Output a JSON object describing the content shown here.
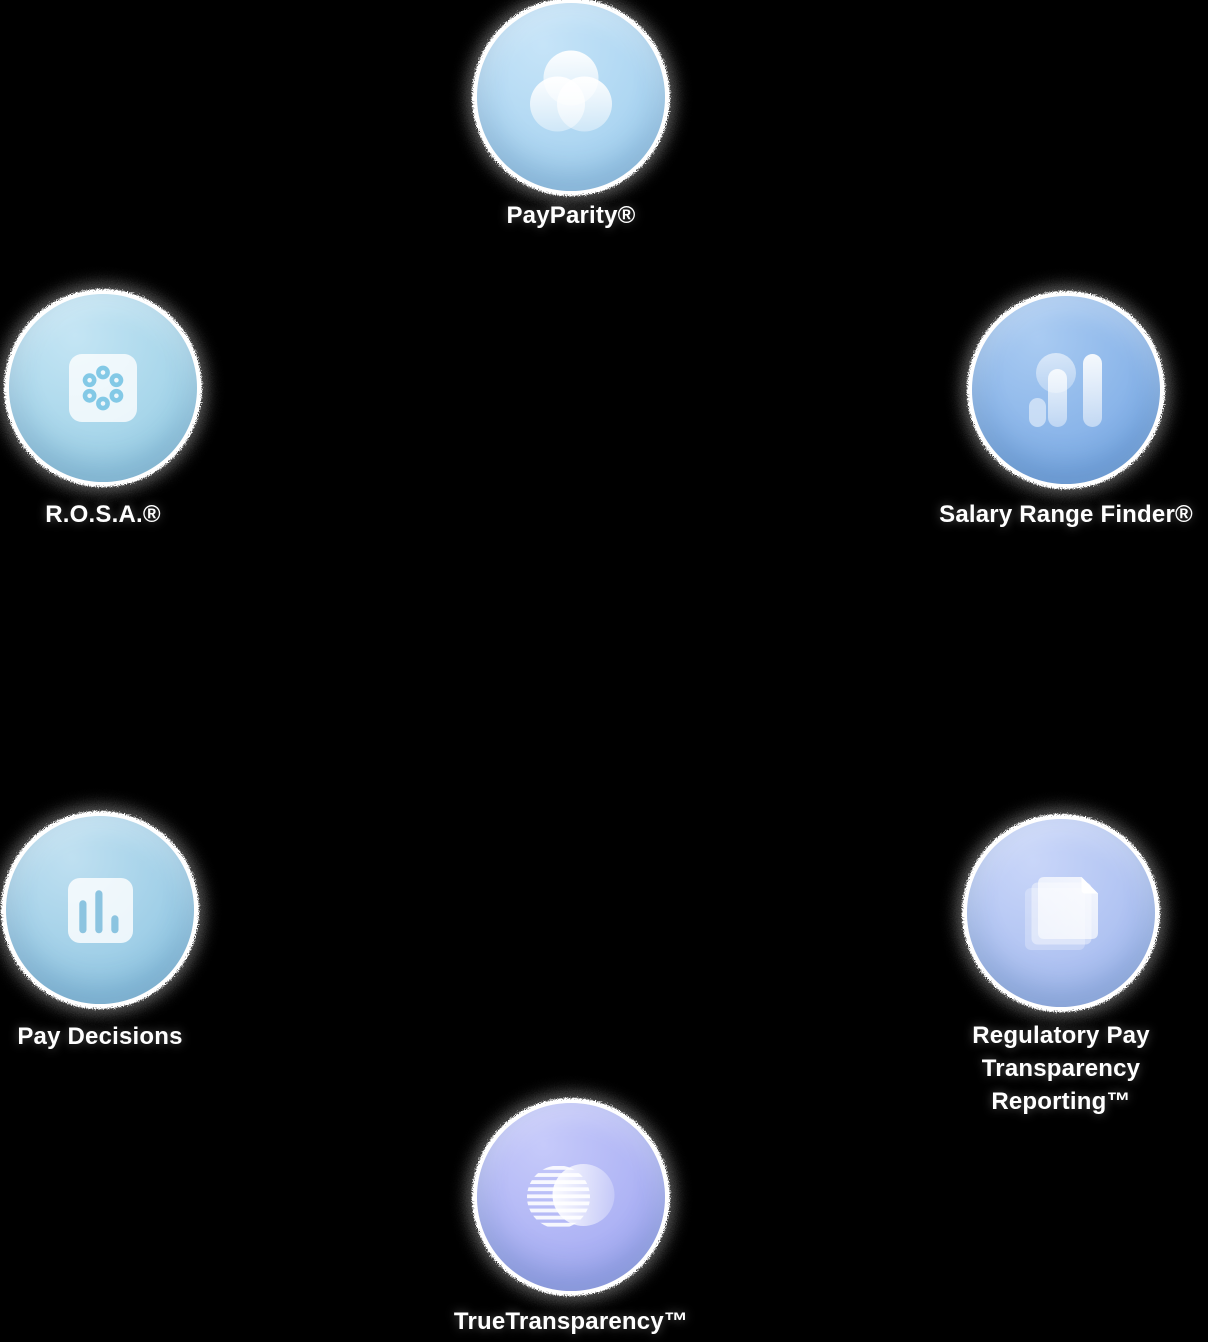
{
  "page": {
    "background_color": "#000000",
    "description": "Product suite ring diagram with six circular badges"
  },
  "products": [
    {
      "id": "payparity",
      "label": "PayParity®",
      "icon": "venn-circles-icon",
      "colors": {
        "base": "#a6d2f0",
        "light": "#c6e4f8"
      }
    },
    {
      "id": "rosa",
      "label": "R.O.S.A.®",
      "icon": "dot-cluster-icon",
      "colors": {
        "base": "#9ed1e7",
        "light": "#c4e5f4"
      }
    },
    {
      "id": "salary-range-finder",
      "label": "Salary Range Finder®",
      "icon": "range-bars-icon",
      "colors": {
        "base": "#7fade6",
        "light": "#a9cbf2"
      }
    },
    {
      "id": "pay-decisions",
      "label": "Pay Decisions",
      "icon": "bar-chart-icon",
      "colors": {
        "base": "#95c9e4",
        "light": "#bfe0f1"
      }
    },
    {
      "id": "regulatory-pay-transparency-reporting",
      "label": "Regulatory Pay\nTransparency\nReporting™",
      "icon": "stacked-documents-icon",
      "colors": {
        "base": "#a8bdf0",
        "light": "#c9d6f9"
      }
    },
    {
      "id": "truetransparency",
      "label": "TrueTransparency™",
      "icon": "eclipse-stripes-icon",
      "colors": {
        "base": "#a6acf3",
        "light": "#c6cafa"
      }
    }
  ]
}
